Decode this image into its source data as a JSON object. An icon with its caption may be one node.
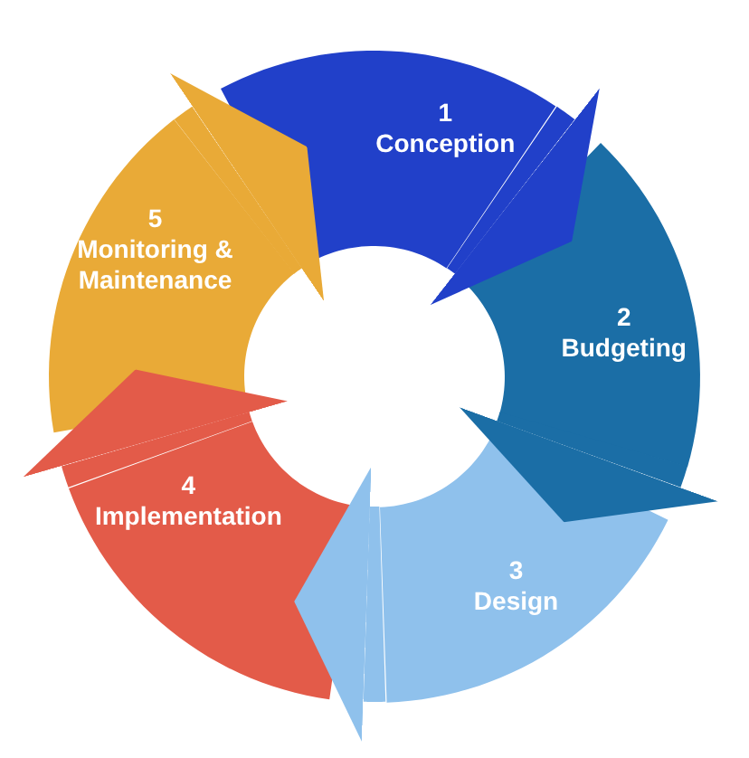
{
  "diagram": {
    "nodes": [
      {
        "text": [
          "1",
          "Conception"
        ]
      },
      {
        "text": [
          "2",
          "Budgeting"
        ]
      },
      {
        "text": [
          "3",
          "Design"
        ]
      },
      {
        "text": [
          "4",
          "Implementation"
        ]
      },
      {
        "text": [
          "5",
          "Monitoring & Maintenance"
        ]
      }
    ],
    "edges": [
      {
        "from": 0,
        "to": 1,
        "arrow": "to",
        "color": "#2140c9"
      },
      {
        "from": 1,
        "to": 2,
        "arrow": "to",
        "color": "#1b6ea6"
      },
      {
        "from": 2,
        "to": 3,
        "arrow": "to",
        "color": "#8fc1ec"
      },
      {
        "from": 3,
        "to": 4,
        "arrow": "to",
        "color": "#e35b49"
      },
      {
        "from": 4,
        "to": 0,
        "arrow": "to",
        "color": "#e9aa37"
      }
    ]
  }
}
